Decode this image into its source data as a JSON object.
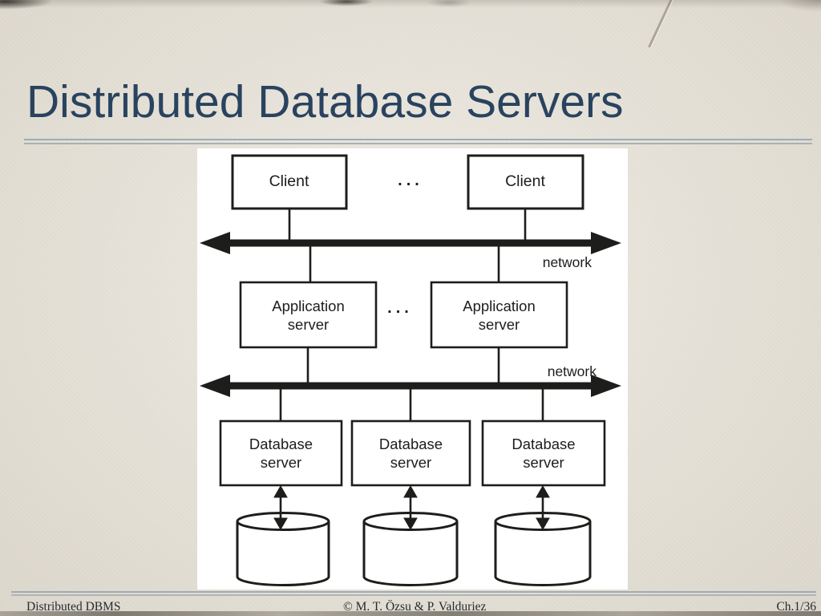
{
  "slide": {
    "title": "Distributed Database Servers"
  },
  "diagram": {
    "clients": [
      "Client",
      "Client"
    ],
    "ellipsis": [
      "...",
      "..."
    ],
    "network_labels": [
      "network",
      "network"
    ],
    "app_servers": [
      {
        "line1": "Application",
        "line2": "server"
      },
      {
        "line1": "Application",
        "line2": "server"
      }
    ],
    "db_servers": [
      {
        "line1": "Database",
        "line2": "server"
      },
      {
        "line1": "Database",
        "line2": "server"
      },
      {
        "line1": "Database",
        "line2": "server"
      }
    ]
  },
  "footer": {
    "left": "Distributed DBMS",
    "center": "© M. T. Özsu & P. Valduriez",
    "right": "Ch.1/36"
  },
  "colors": {
    "title_text": "#29435f",
    "separator": "#9dabb7",
    "diagram_line": "#1d1d1b",
    "paper_background": "#eae5da",
    "diagram_background": "#ffffff",
    "footer_text": "#252b33"
  }
}
